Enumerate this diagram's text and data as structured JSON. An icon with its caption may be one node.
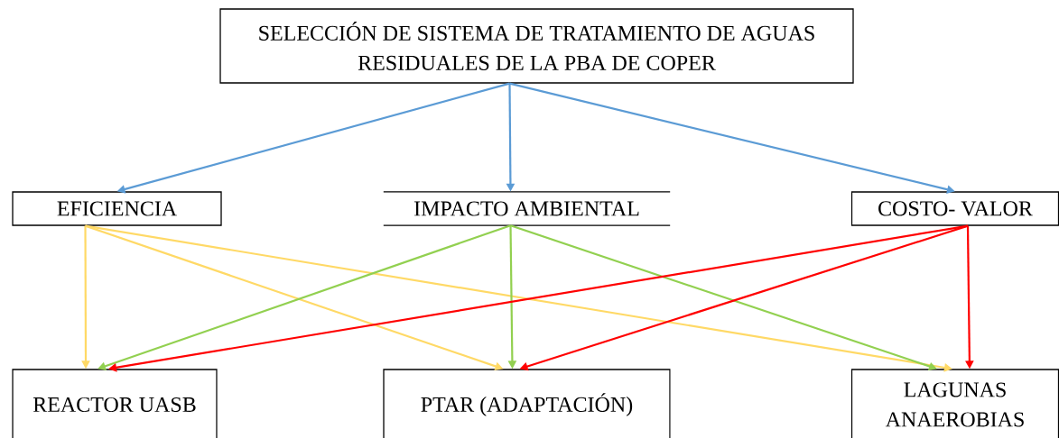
{
  "diagram": {
    "nodes": [
      {
        "text": [
          "SELECCIÓN DE SISTEMA DE TRATAMIENTO DE AGUAS RESIDUALES DE LA PBA DE COPER"
        ]
      },
      {
        "text": [
          "EFICIENCIA"
        ]
      },
      {
        "text": [
          "IMPACTO AMBIENTAL"
        ]
      },
      {
        "text": [
          "COSTO- VALOR"
        ]
      },
      {
        "text": [
          "REACTOR UASB"
        ]
      },
      {
        "text": [
          "PTAR (ADAPTACIÓN)"
        ]
      },
      {
        "text": [
          "LAGUNAS ANAEROBIAS"
        ]
      }
    ],
    "edges": [
      {
        "from": 0,
        "to": 1,
        "arrow": "to",
        "color": "#5b9bd5"
      },
      {
        "from": 0,
        "to": 2,
        "arrow": "to",
        "color": "#5b9bd5"
      },
      {
        "from": 0,
        "to": 3,
        "arrow": "to",
        "color": "#5b9bd5"
      },
      {
        "from": 1,
        "to": 4,
        "arrow": "to",
        "color": "#ffd966"
      },
      {
        "from": 1,
        "to": 5,
        "arrow": "to",
        "color": "#ffd966"
      },
      {
        "from": 1,
        "to": 6,
        "arrow": "to",
        "color": "#ffd966"
      },
      {
        "from": 2,
        "to": 4,
        "arrow": "to",
        "color": "#92d050"
      },
      {
        "from": 2,
        "to": 5,
        "arrow": "to",
        "color": "#92d050"
      },
      {
        "from": 2,
        "to": 6,
        "arrow": "to",
        "color": "#92d050"
      },
      {
        "from": 3,
        "to": 4,
        "arrow": "to",
        "color": "#ff0000"
      },
      {
        "from": 3,
        "to": 5,
        "arrow": "to",
        "color": "#ff0000"
      },
      {
        "from": 3,
        "to": 6,
        "arrow": "to",
        "color": "#ff0000"
      }
    ]
  }
}
